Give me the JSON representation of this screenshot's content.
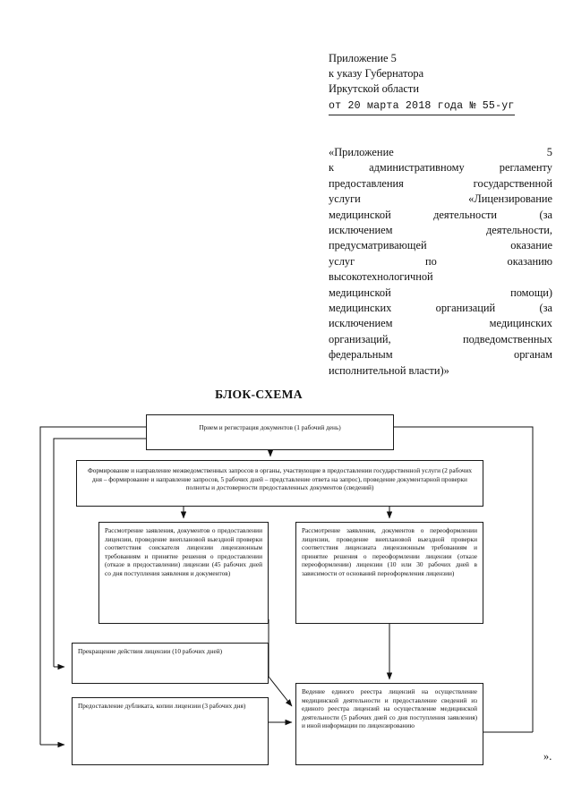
{
  "document": {
    "header": {
      "lines": [
        "Приложение 5",
        "к указу Губернатора",
        "Иркутской области"
      ],
      "decree_line": "от 20 марта 2018 года № 55-уг"
    },
    "intro": {
      "lines": [
        "«Приложение 5",
        "к административному регламенту",
        "предоставления государственной",
        "услуги «Лицензирование",
        "медицинской деятельности (за",
        "исключением деятельности,",
        "предусматривающей оказание",
        "услуг по оказанию",
        "высокотехнологичной",
        "медицинской помощи)",
        "медицинских организаций (за",
        "исключением медицинских",
        "организаций, подведомственных",
        "федеральным органам",
        "исполнительной власти)»"
      ],
      "last_line_index": 14
    },
    "chart_title": "БЛОК-СХЕМА",
    "tail": "».",
    "flowchart": {
      "nodes": [
        {
          "id": "n1",
          "text": "Прием и регистрация документов (1 рабочий день)"
        },
        {
          "id": "n2",
          "text": "Формирование и направление межведомственных запросов в органы, участвующие в предоставлении государственной услуги (2 рабочих дня – формирование и направление запросов, 5 рабочих дней – представление ответа на запрос), проведение документарной проверки полноты и достоверности предоставленных документов (сведений)"
        },
        {
          "id": "n3",
          "text": "Рассмотрение заявления, документов о предоставлении лицензии, проведение внеплановой выездной проверки соответствия соискателя лицензии лицензионным требованиям и принятие решения о предоставлении (отказе в предоставлении) лицензии (45 рабочих дней со дня поступления заявления и документов)"
        },
        {
          "id": "n4",
          "text": "Рассмотрение заявления, документов о переоформлении лицензии, проведение внеплановой выездной проверки соответствия лицензиата лицензионным требованиям и принятие решения о переоформлении лицензии (отказе переоформлении) лицензии (10 или 30 рабочих дней в зависимости от оснований переоформления лицензии)"
        },
        {
          "id": "n5",
          "text": "Прекращение действия лицензии (10 рабочих дней)"
        },
        {
          "id": "n6",
          "text": "Предоставление дубликата, копии лицензии (3 рабочих дня)"
        },
        {
          "id": "n7",
          "text": "Ведение единого реестра лицензий на осуществление медицинской деятельности и предоставление сведений из единого реестра лицензий на осуществление медицинской деятельности (5 рабочих дней со дня поступления заявления) и иной информации по лицензированию"
        }
      ]
    }
  }
}
